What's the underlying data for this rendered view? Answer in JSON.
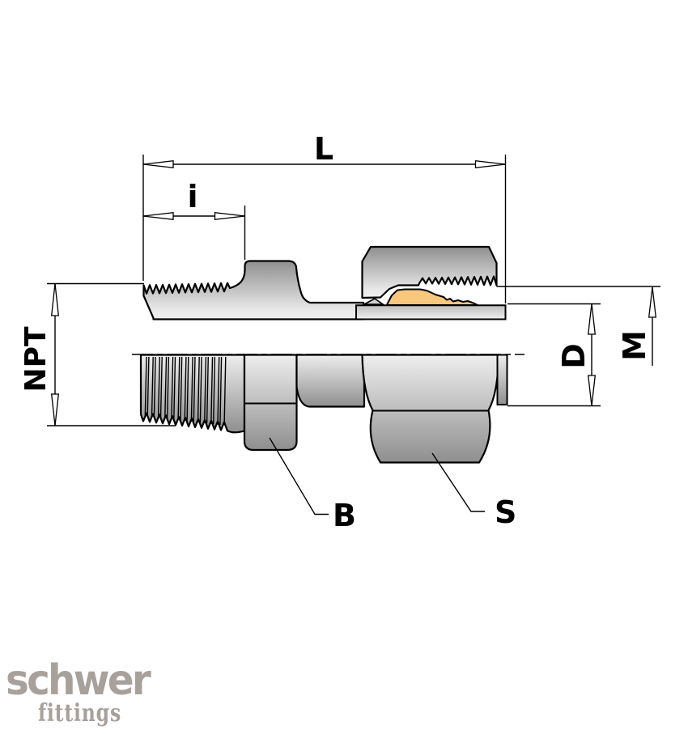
{
  "drawing": {
    "type": "technical-drawing",
    "subject": "male NPT compression tube fitting, half-section view"
  },
  "labels": {
    "overall_length": "L",
    "thread_length": "i",
    "thread_type": "NPT",
    "tube_diameter": "D",
    "nut_thread": "M",
    "body_hex": "B",
    "nut_hex": "S"
  },
  "logo": {
    "name": "schwer",
    "tagline": "fittings"
  },
  "colors": {
    "outline": "#000000",
    "ferrule": "#f6c77d",
    "metal_light": "#efefef",
    "metal_dark": "#939393",
    "logo": "#a8a19b",
    "background": "#ffffff"
  }
}
